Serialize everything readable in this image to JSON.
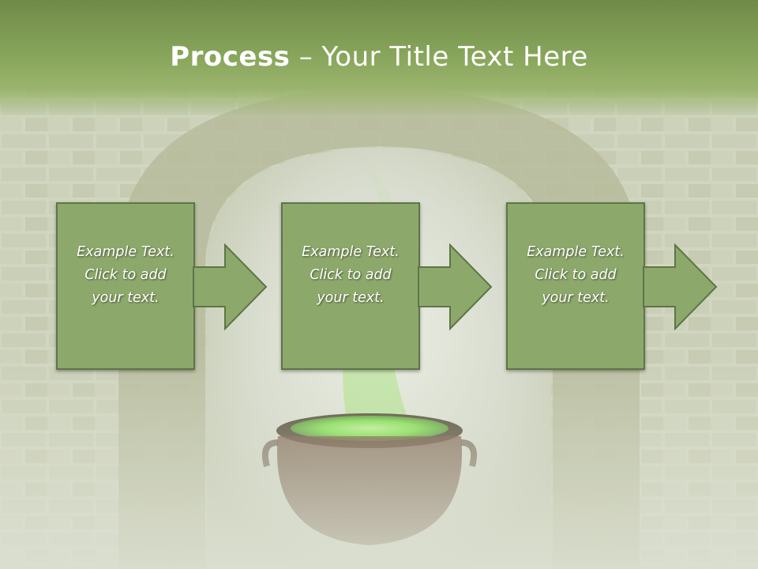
{
  "slide": {
    "title_bold": "Process",
    "title_rest": " – Your Title Text Here"
  },
  "steps": [
    {
      "line1": "Example Text.",
      "line2": "Click  to add",
      "line3": "your text."
    },
    {
      "line1": "Example Text.",
      "line2": "Click  to add",
      "line3": "your text."
    },
    {
      "line1": "Example Text.",
      "line2": "Click  to add",
      "line3": "your text."
    }
  ],
  "colors": {
    "header": "#86a45a",
    "box_fill": "#8da86b",
    "box_border": "#5d7547",
    "cauldron_glow": "#7ee04a"
  }
}
